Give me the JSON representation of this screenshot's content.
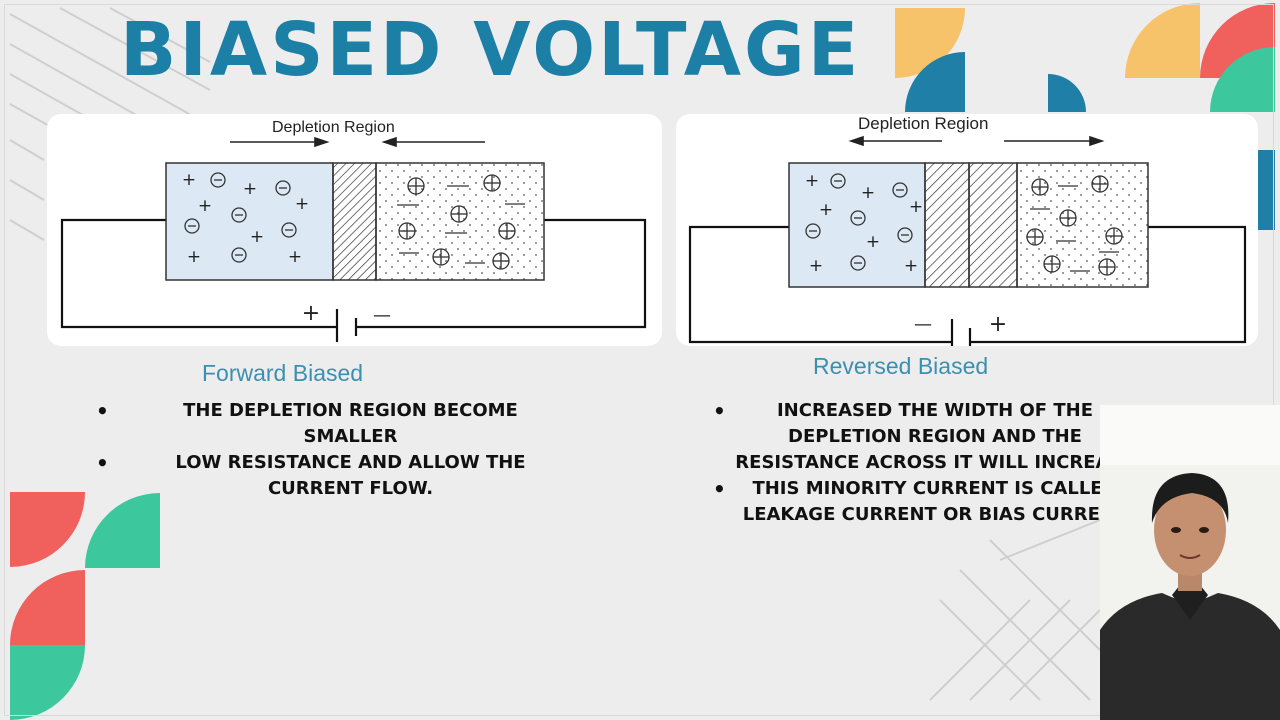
{
  "slide": {
    "title": "BIASED VOLTAGE",
    "colors": {
      "title": "#1b7fa6",
      "caption": "#3b8fb0",
      "accent_red": "#f0605d",
      "accent_green": "#3cc79c",
      "accent_yellow": "#f7c36a",
      "accent_blue": "#1f7fa6"
    }
  },
  "forward": {
    "diagram_label": "Depletion Region",
    "battery_positive": "+",
    "battery_negative": "—",
    "caption": "Forward Biased",
    "bullets": [
      "THE DEPLETION REGION BECOME SMALLER",
      "LOW RESISTANCE AND ALLOW THE CURRENT FLOW."
    ]
  },
  "reversed": {
    "diagram_label": "Depletion Region",
    "battery_positive": "+",
    "battery_negative": "—",
    "caption": "Reversed Biased",
    "bullets": [
      "INCREASED THE WIDTH OF THE DEPLETION REGION AND THE RESISTANCE ACROSS IT WILL INCREASE",
      "THIS MINORITY CURRENT IS CALLED LEAKAGE CURRENT OR BIAS CURRENT"
    ]
  },
  "icons": [
    "diagonal-line-pattern",
    "quarter-circle-shapes",
    "presenter-webcam"
  ]
}
